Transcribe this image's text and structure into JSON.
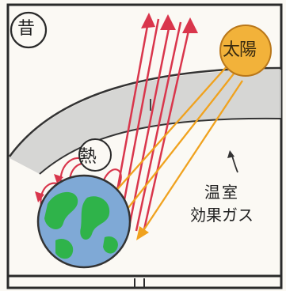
{
  "labels": {
    "era": "昔",
    "sun": "太陽",
    "heat": "熱",
    "greenhouse_gas_line1": "温室",
    "greenhouse_gas_line2": "効果ガス"
  },
  "colors": {
    "sun_fill": "#f2b23a",
    "sunlight_ray": "#f0a21e",
    "reflected_ray": "#d9364c",
    "earth_land": "#2fb34a",
    "earth_sea": "#7fa9d6",
    "atmosphere_band": "#bdbdbd",
    "frame": "#2a2a2a"
  }
}
